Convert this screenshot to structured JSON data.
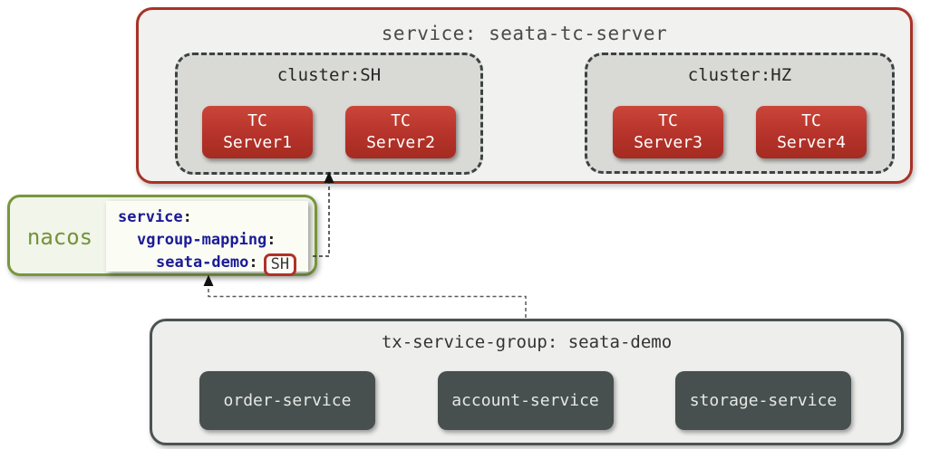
{
  "diagram": {
    "tc_service": {
      "title": "service: seata-tc-server",
      "clusters": [
        {
          "label": "cluster:SH",
          "servers": [
            {
              "label": "TC\nServer1"
            },
            {
              "label": "TC\nServer2"
            }
          ]
        },
        {
          "label": "cluster:HZ",
          "servers": [
            {
              "label": "TC\nServer3"
            },
            {
              "label": "TC\nServer4"
            }
          ]
        }
      ]
    },
    "nacos": {
      "label": "nacos",
      "config_lines": [
        {
          "key": "service",
          "colon": ":"
        },
        {
          "key": "vgroup-mapping",
          "colon": ":"
        },
        {
          "key": "seata-demo",
          "colon": ":",
          "value": "SH"
        }
      ]
    },
    "tx_group": {
      "title": "tx-service-group: seata-demo",
      "services": [
        {
          "label": "order-service"
        },
        {
          "label": "account-service"
        },
        {
          "label": "storage-service"
        }
      ]
    }
  },
  "colors": {
    "tc_border_red": "#a93226",
    "tc_fill": "#f1f1ef",
    "cluster_fill": "#d9d9d6",
    "cluster_dash": "#3d4343",
    "server_red_top": "#cb4539",
    "server_red_bottom": "#a52b21",
    "nacos_green": "#79973d",
    "nacos_fill": "#f1f5ea",
    "code_key_navy": "#1b1b96",
    "sh_value_border": "#b03228",
    "tx_border": "#4b5353",
    "tx_fill": "#eeeeec",
    "service_box_fill": "#474f4f",
    "service_box_text": "#e6e8e4"
  }
}
